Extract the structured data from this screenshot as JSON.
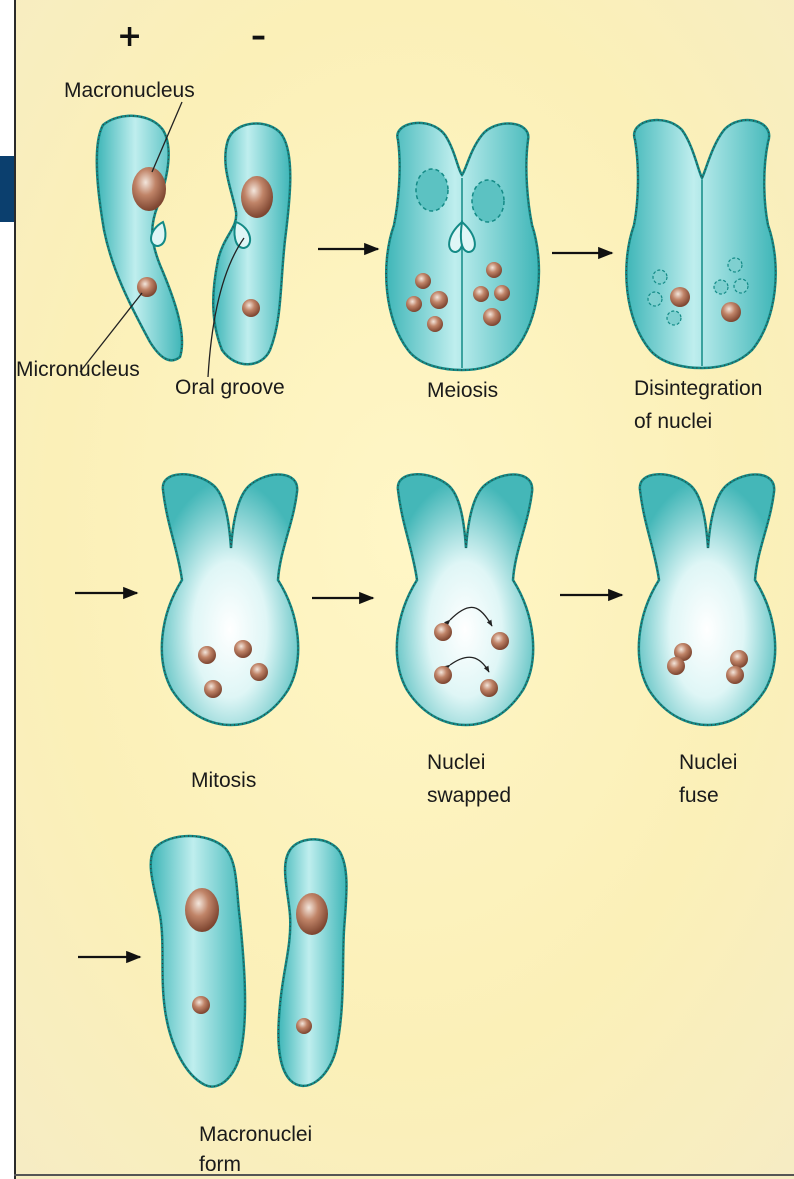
{
  "mating_types": {
    "plus": "+",
    "minus": "–"
  },
  "labels": {
    "macronucleus": "Macronucleus",
    "micronucleus": "Micronucleus",
    "oral_groove": "Oral groove",
    "meiosis": "Meiosis",
    "disintegration_line1": "Disintegration",
    "disintegration_line2": "of nuclei",
    "mitosis": "Mitosis",
    "swapped_line1": "Nuclei",
    "swapped_line2": "swapped",
    "fuse_line1": "Nuclei",
    "fuse_line2": "fuse",
    "macronuclei_line1": "Macronuclei",
    "macronuclei_line2": "form"
  },
  "colors": {
    "cell_fill": "#6ccacb",
    "cell_outline": "#138a86",
    "nucleus": "#a9644a",
    "background": "#fbf3c0",
    "tab": "#0b3f6e"
  }
}
